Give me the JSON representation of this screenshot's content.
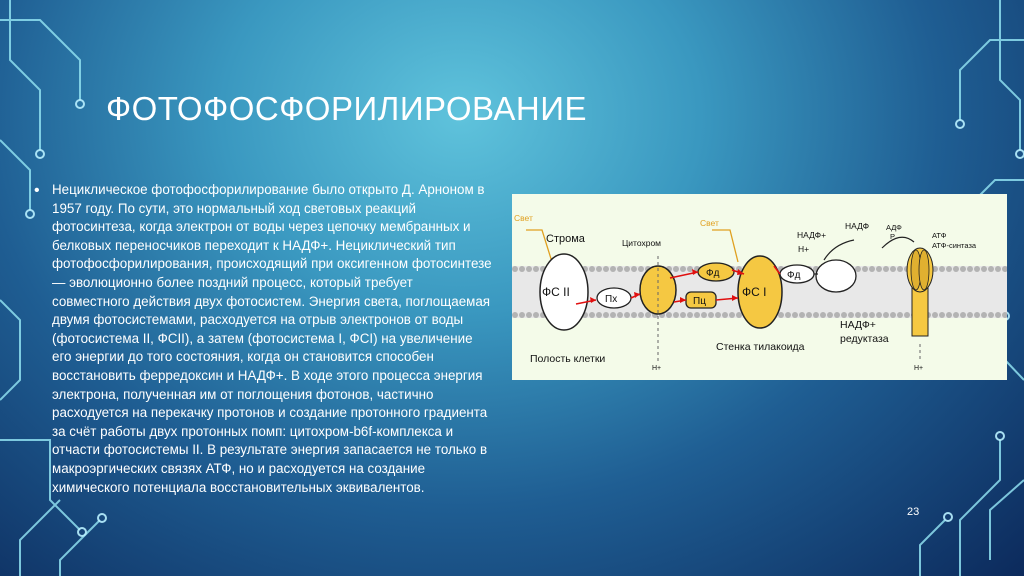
{
  "slide": {
    "title": "ФОТОФОСФОРИЛИРОВАНИЕ",
    "bullet_symbol": "•",
    "body": "Нециклическое фотофосфорилирование было открыто Д. Арноном в 1957 году. По сути, это нормальный ход световых реакций фотосинтеза, когда электрон от воды через цепочку мембранных и белковых переносчиков переходит к НАДФ+. Нециклический тип фотофосфорилирования, происходящий при оксигенном фотосинтезе — эволюционно более поздний процесс, который требует совместного действия двух фотосистем. Энергия света, поглощаемая двумя фотосистемами, расходуется на отрыв электронов от воды (фотосистема II, ФСII), а затем (фотосистема I, ФСI) на увеличение его энергии до того состояния, когда он становится способен восстановить ферредоксин и НАДФ+. В ходе этого процесса энергия электрона, полученная им от поглощения фотонов, частично расходуется на перекачку протонов и создание протонного градиента за счёт работы двух протонных помп: цитохром-b6f-комплекса и отчасти фотосистемы II. В результате энергия запасается не только в макроэргических связях АТФ, но и расходуется на создание химического потенциала восстановительных эквивалентов.",
    "page_number": "23"
  },
  "diagram": {
    "light_1": "Свет",
    "light_2": "Свет",
    "stroma": "Строма",
    "cytochrome": "Цитохром",
    "ps2": "ФС II",
    "ps1": "ФС I",
    "px": "Пх",
    "fd_1": "Фд",
    "fd_2": "Фд",
    "pc": "Пц",
    "nadp_plus": "НАДФ+",
    "h_plus_top": "H+",
    "nadph": "НАДФ",
    "adp": "АДФ",
    "p": "Р",
    "atp": "АТФ",
    "atp_synthase": "АТФ-синтаза",
    "nadp_reductase_1": "НАДФ+",
    "nadp_reductase_2": "редуктаза",
    "thylakoid_wall": "Стенка тилакоида",
    "cell_cavity": "Полость клетки",
    "h_plus_bottom_1": "H+",
    "h_plus_bottom_2": "H+"
  },
  "colors": {
    "background_accent": "#3a98c0",
    "diagram_bg": "#f4fbe9",
    "membrane": "#b3b3b3",
    "protein_yellow": "#f5c842",
    "arrow_red": "#e01010",
    "light_label": "#e0a020"
  }
}
